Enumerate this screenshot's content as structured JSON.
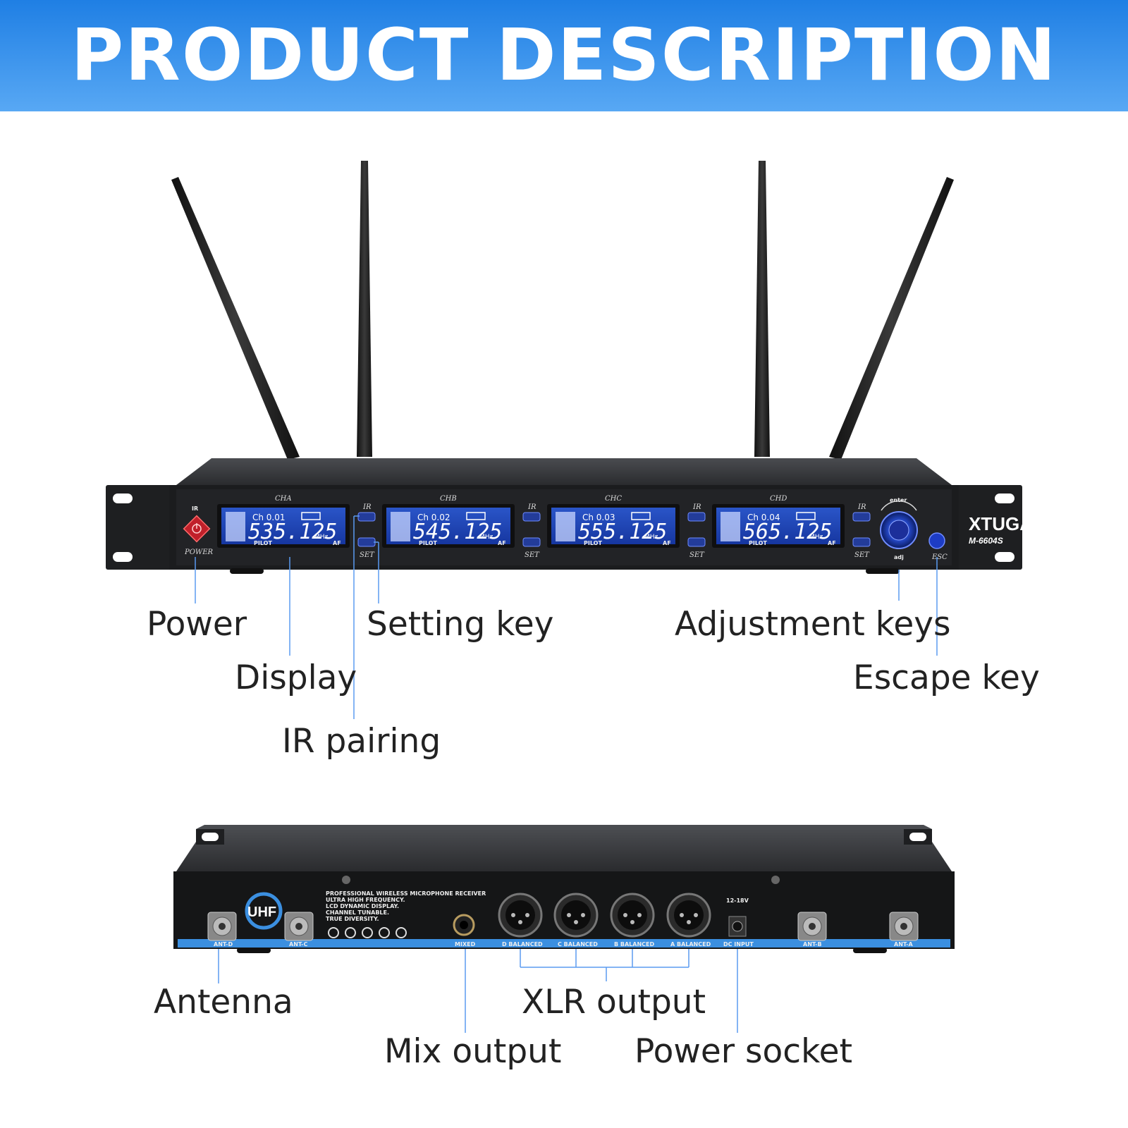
{
  "banner": {
    "title": "PRODUCT DESCRIPTION"
  },
  "brand": {
    "logo": "XTUGA",
    "model": "M-6604S",
    "accent": "#2a8af0"
  },
  "front_panel": {
    "ir_label": "IR",
    "power_label": "POWER",
    "enter_label": "enter",
    "adj_label": "adj",
    "esc_label": "ESC",
    "channels": [
      {
        "label": "CHA",
        "ch": "Ch 0.01",
        "freq": "535.125",
        "unit": "MHz",
        "pilot": "PILOT",
        "af": "AF",
        "ir": "IR",
        "set": "SET"
      },
      {
        "label": "CHB",
        "ch": "Ch 0.02",
        "freq": "545.125",
        "unit": "MHz",
        "pilot": "PILOT",
        "af": "AF",
        "ir": "IR",
        "set": "SET"
      },
      {
        "label": "CHC",
        "ch": "Ch 0.03",
        "freq": "555.125",
        "unit": "MHz",
        "pilot": "PILOT",
        "af": "AF",
        "ir": "IR",
        "set": "SET"
      },
      {
        "label": "CHD",
        "ch": "Ch 0.04",
        "freq": "565.125",
        "unit": "MHz",
        "pilot": "PILOT",
        "af": "AF",
        "ir": "IR",
        "set": "SET"
      }
    ]
  },
  "front_callouts": {
    "power": "Power",
    "display": "Display",
    "ir_pairing": "IR pairing",
    "setting_key": "Setting key",
    "adjustment_keys": "Adjustment keys",
    "escape_key": "Escape key"
  },
  "rear_panel": {
    "uhf": "UHF",
    "specs": [
      "PROFESSIONAL WIRELESS MICROPHONE RECEIVER",
      "ULTRA HIGH FREQUENCY.",
      "LCD DYNAMIC DISPLAY.",
      "CHANNEL TUNABLE.",
      "TRUE DIVERSITY."
    ],
    "ant_d": "ANT-D",
    "ant_c": "ANT-C",
    "ant_b": "ANT-B",
    "ant_a": "ANT-A",
    "mixed": "MIXED",
    "balanced": [
      "D BALANCED",
      "C BALANCED",
      "B BALANCED",
      "A BALANCED"
    ],
    "dc_input": "DC INPUT",
    "voltage": "12-18V"
  },
  "rear_callouts": {
    "antenna": "Antenna",
    "xlr_output": "XLR output",
    "mix_output": "Mix output",
    "power_socket": "Power socket"
  }
}
